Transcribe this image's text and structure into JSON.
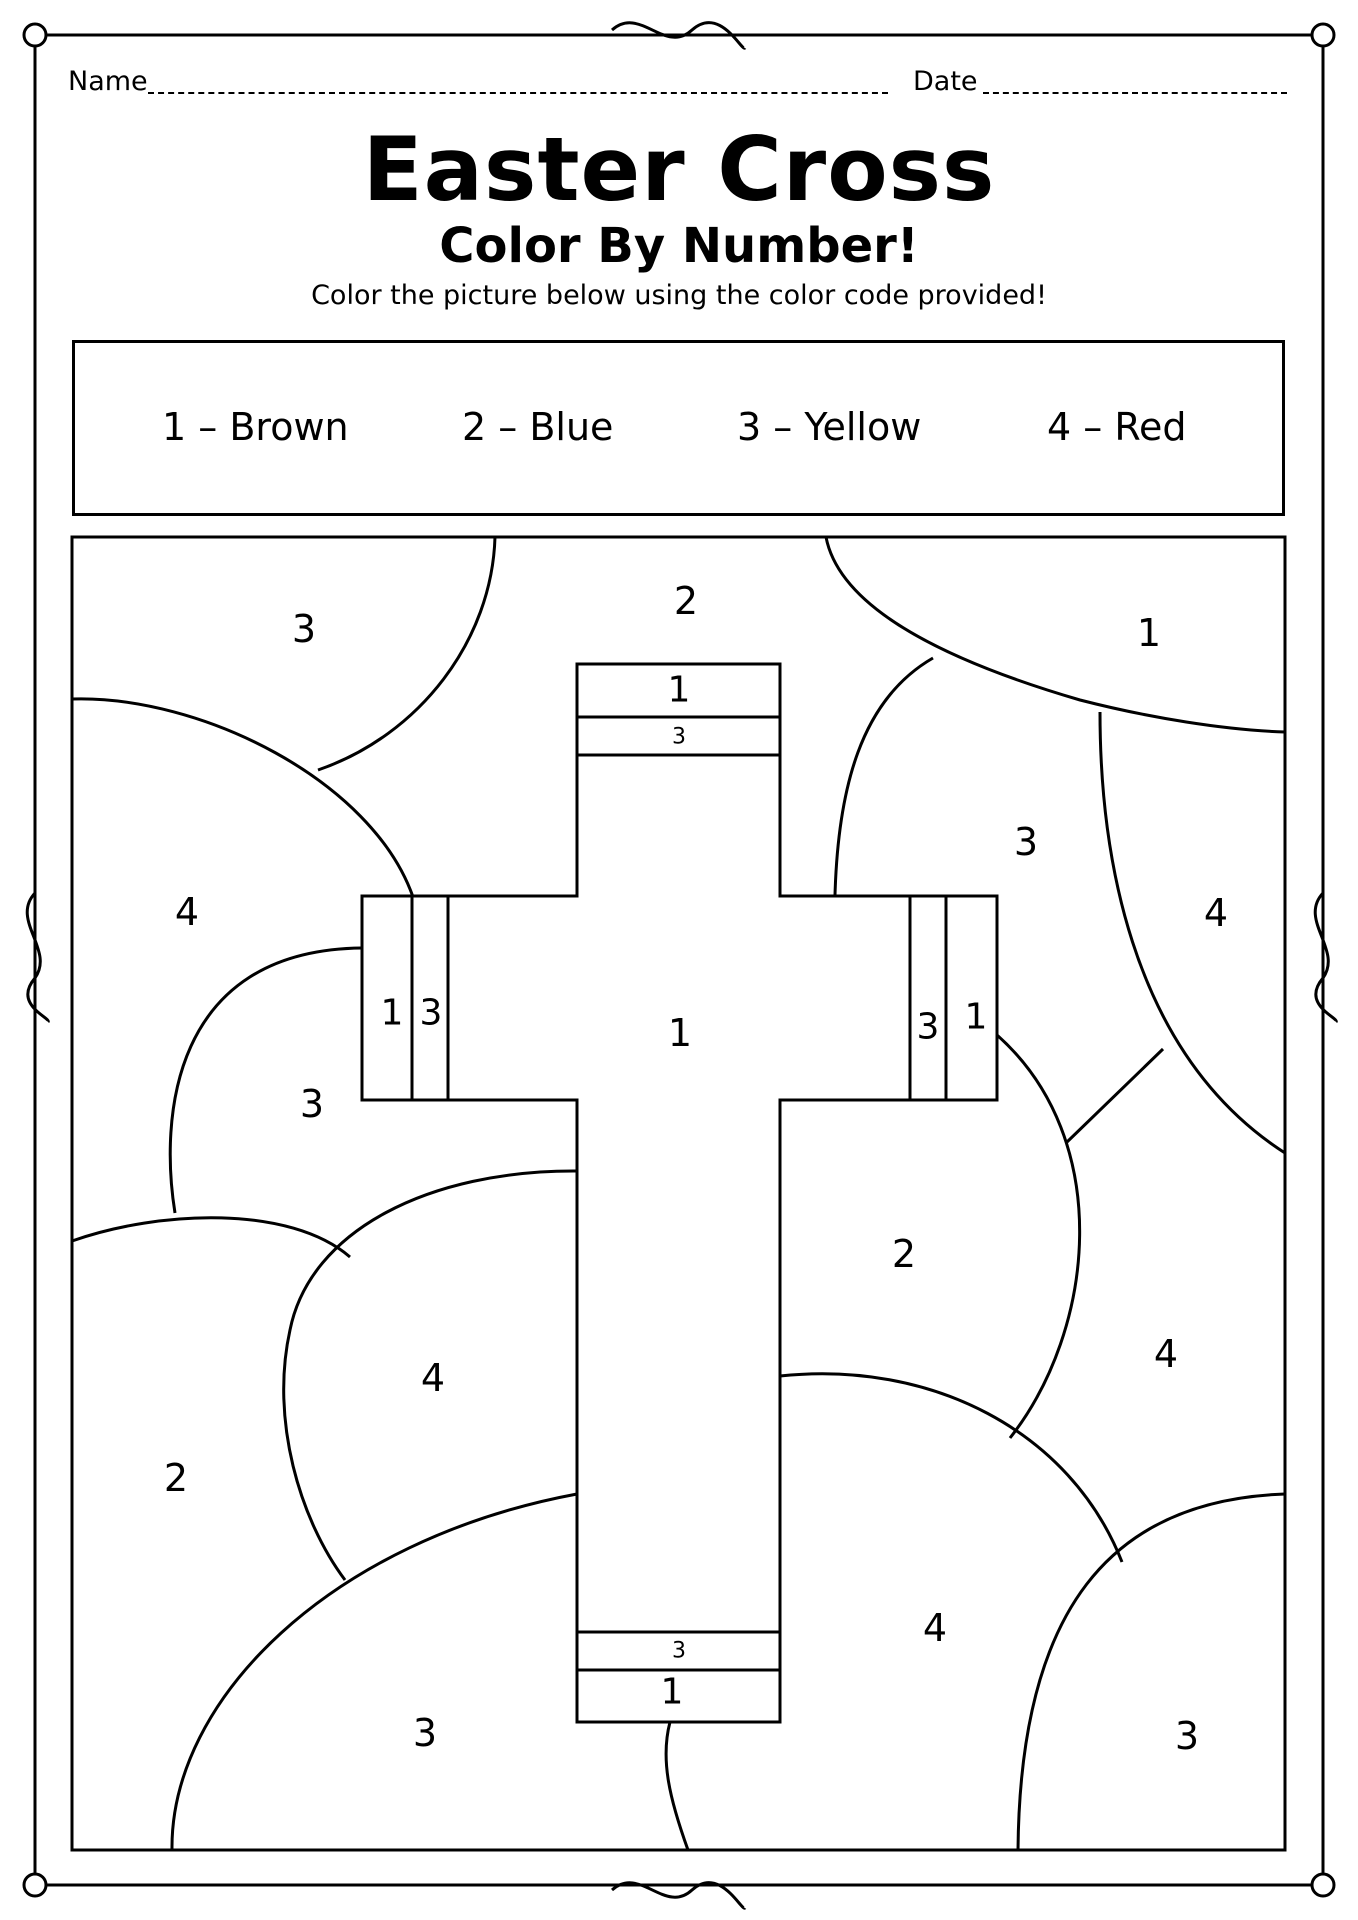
{
  "header": {
    "name_label": "Name",
    "date_label": "Date"
  },
  "title": "Easter Cross",
  "subtitle": "Color By Number!",
  "instructions": "Color the picture below using the color code provided!",
  "legend": [
    {
      "label": "1 – Brown"
    },
    {
      "label": "2 – Blue"
    },
    {
      "label": "3 – Yellow"
    },
    {
      "label": "4 – Red"
    }
  ],
  "region_numbers": {
    "bg_top_left": "3",
    "bg_top_center": "2",
    "bg_top_right": "1",
    "bg_right_upper": "3",
    "bg_right_edge": "4",
    "bg_left_upper": "4",
    "bg_left_mid": "3",
    "bg_right_mid": "2",
    "bg_right_lower": "4",
    "bg_left_lower_inner": "4",
    "bg_left_lower": "2",
    "bg_bottom_center": "4",
    "bg_bottom_left": "3",
    "bg_bottom_right": "3",
    "cross_center": "1",
    "top_band_wide": "1",
    "top_band_thin": "3",
    "left_band_outer": "1",
    "left_band_inner": "3",
    "right_band_inner": "3",
    "right_band_outer": "1",
    "bottom_band_thin": "3",
    "bottom_band_wide": "1"
  }
}
